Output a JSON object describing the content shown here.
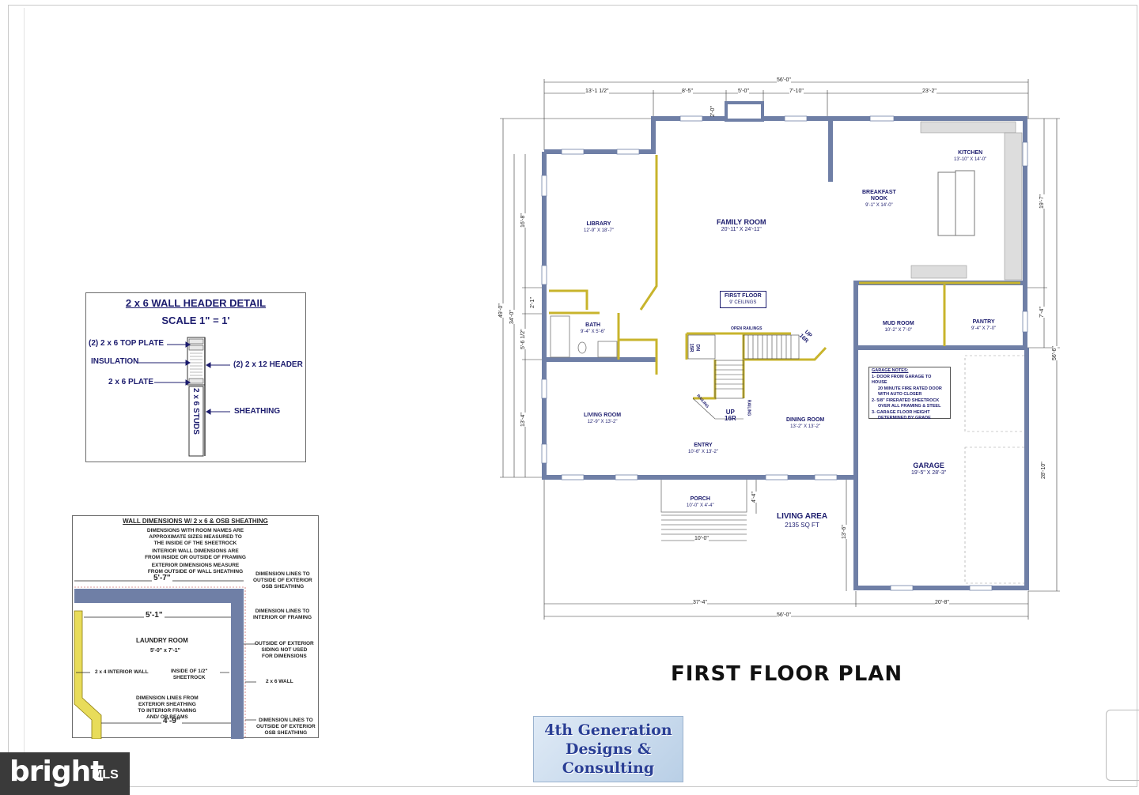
{
  "plan_title": "FIRST FLOOR PLAN",
  "header_detail": {
    "title": "2 x 6 WALL HEADER DETAIL",
    "scale": "SCALE 1\" = 1'",
    "labels": {
      "top_plate": "(2) 2 x 6 TOP PLATE",
      "insulation": "INSULATION",
      "header": "(2) 2 x 12 HEADER",
      "plate": "2 x 6 PLATE",
      "studs": "2 x 6 STUDS",
      "sheathing": "SHEATHING"
    }
  },
  "wall_dimensions": {
    "title": "WALL DIMENSIONS W/ 2 x 6 & OSB SHEATHING",
    "notes": [
      "DIMENSIONS WITH ROOM NAMES ARE",
      "APPROXIMATE SIZES MEASURED TO",
      "THE INSIDE OF THE SHEETROCK",
      "INTERIOR WALL DIMENSIONS ARE",
      "FROM INSIDE OR OUTSIDE OF FRAMING",
      "EXTERIOR DIMENSIONS MEASURE",
      "FROM OUTSIDE OF WALL SHEATHING"
    ],
    "dim_outer": "5'-7\"",
    "dim_inner": "5'-1\"",
    "dim_bottom": "4'-9\"",
    "room_name": "LAUNDRY ROOM",
    "room_size": "5'-0\" x 7'-1\"",
    "labels": {
      "ext_sheathing_1": [
        "DIMENSION LINES TO",
        "OUTSIDE OF EXTERIOR",
        "OSB SHEATHING"
      ],
      "int_framing": [
        "DIMENSION LINES TO",
        "INTERIOR OF FRAMING"
      ],
      "siding": [
        "OUTSIDE OF EXTERIOR",
        "SIDING NOT USED",
        "FOR DIMENSIONS"
      ],
      "interior_wall": "2 x 4 INTERIOR WALL",
      "sheetrock": [
        "INSIDE OF 1/2\"",
        "SHEETROCK"
      ],
      "wall_2x6": "2 x 6 WALL",
      "framing_beams": [
        "DIMENSION LINES FROM",
        "EXTERIOR SHEATHING",
        "TO INTERIOR FRAMING",
        "AND/ OR BEAMS"
      ],
      "ext_sheathing_2": [
        "DIMENSION LINES TO",
        "OUTSIDE OF EXTERIOR",
        "OSB SHEATHING"
      ]
    }
  },
  "floor_plan": {
    "rooms": [
      {
        "name": "LIBRARY",
        "size": "12'-9\" X 18'-7\""
      },
      {
        "name": "FAMILY ROOM",
        "size": "20'-11\" X 24'-11\""
      },
      {
        "name": "KITCHEN",
        "size": "13'-10\" X 14'-0\""
      },
      {
        "name": "BREAKFAST",
        "name2": "NOOK",
        "size": "9'-1\" X 14'-0\""
      },
      {
        "name": "FIRST FLOOR",
        "size": "9' CEILINGS"
      },
      {
        "name": "BATH",
        "size": "9'-4\" X 5'-6\""
      },
      {
        "name": "MUD ROOM",
        "size": "10'-2\" X 7'-0\""
      },
      {
        "name": "PANTRY",
        "size": "9'-4\" X 7'-0\""
      },
      {
        "name": "LIVING ROOM",
        "size": "12'-9\" X 13'-2\""
      },
      {
        "name": "ENTRY",
        "size": "10'-6\" X 13'-2\""
      },
      {
        "name": "DINING ROOM",
        "size": "13'-2\" X 13'-2\""
      },
      {
        "name": "GARAGE",
        "size": "19'-5\" X 28'-3\""
      },
      {
        "name": "PORCH",
        "size": "10'-0\" X 4'-4\""
      },
      {
        "name": "LIVING AREA",
        "size": "2135 SQ FT"
      }
    ],
    "stairs": {
      "up_main": "UP",
      "up_main_r": "16R",
      "up_top": "UP",
      "up_top_r": "16R",
      "dn": "DN",
      "dn_r": "15R",
      "open_railings": "OPEN RAILINGS",
      "railing": "RAILING"
    },
    "garage_notes": {
      "title": "GARAGE NOTES:",
      "lines": [
        "1- DOOR FROM GARAGE TO HOUSE",
        "20 MINUTE FIRE RATED DOOR",
        "WITH AUTO CLOSER",
        "2- 5/8\" FIRERATED SHEETROCK",
        "OVER ALL FRAMING & STEEL",
        "3- GARAGE FLOOR HEIGHT",
        "DETERMINED BY GRADE"
      ]
    },
    "dimensions": {
      "top_overall": "56'-0\"",
      "top_1": "13'-1 1/2\"",
      "top_2": "8'-5\"",
      "top_3": "5'-0\"",
      "top_4": "7'-10\"",
      "top_5": "23'-2\"",
      "chimney": "2'-0\"",
      "left_overall": "49'-0\"",
      "left_sub": "34'-0\"",
      "left_1": "16'-8\"",
      "left_2": "2'-1\"",
      "left_3": "5'-6 1/2\"",
      "left_4": "13'-4\"",
      "right_1": "19'-7\"",
      "right_2": "7'-4\"",
      "right_overall": "56'-6\"",
      "right_garage": "28'-10\"",
      "porch_depth": "4'-4\"",
      "porch_width": "10'-0\"",
      "garage_left": "13'-6\"",
      "bottom_1": "37'-4\"",
      "bottom_2": "20'-8\"",
      "bottom_overall": "56'-0\""
    }
  },
  "logo": {
    "line1": "4th Generation",
    "line2": "Designs &",
    "line3": "Consulting"
  },
  "mls": {
    "brand": "bright",
    "suffix": "MLS"
  },
  "colors": {
    "wall": "#6f7fa6",
    "interior_wall": "#d2c032",
    "text": "#1c1c6e",
    "sheathing": "#9aa6c4"
  }
}
